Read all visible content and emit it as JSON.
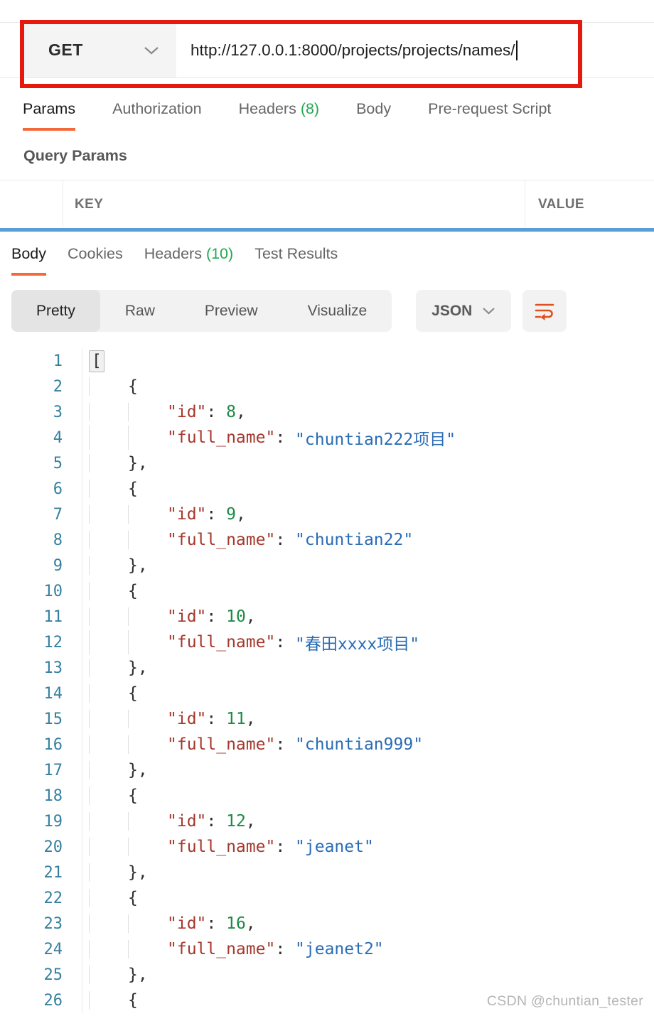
{
  "request": {
    "method": "GET",
    "url": "http://127.0.0.1:8000/projects/projects/names/",
    "tabs": [
      {
        "label": "Params",
        "active": true
      },
      {
        "label": "Authorization",
        "active": false
      },
      {
        "label": "Headers",
        "count": "(8)",
        "active": false
      },
      {
        "label": "Body",
        "active": false
      },
      {
        "label": "Pre-request Script",
        "active": false
      }
    ],
    "query_params_title": "Query Params",
    "table_headers": {
      "key": "KEY",
      "value": "VALUE"
    }
  },
  "response": {
    "tabs": [
      {
        "label": "Body",
        "active": true
      },
      {
        "label": "Cookies",
        "active": false
      },
      {
        "label": "Headers",
        "count": "(10)",
        "active": false
      },
      {
        "label": "Test Results",
        "active": false
      }
    ],
    "view_modes": [
      "Pretty",
      "Raw",
      "Preview",
      "Visualize"
    ],
    "active_view_mode": "Pretty",
    "format_label": "JSON",
    "body_records": [
      {
        "id": 8,
        "full_name": "chuntian222项目"
      },
      {
        "id": 9,
        "full_name": "chuntian22"
      },
      {
        "id": 10,
        "full_name": "春田xxxx项目"
      },
      {
        "id": 11,
        "full_name": "chuntian999"
      },
      {
        "id": 12,
        "full_name": "jeanet"
      },
      {
        "id": 16,
        "full_name": "jeanet2"
      }
    ],
    "truncated_next_record_open_brace": "{",
    "visible_line_count": 26
  },
  "colors": {
    "accent_orange": "#f4693a",
    "count_green": "#20a850",
    "annotation_red": "#e6190e",
    "splitter_blue": "#5b9dd8",
    "json_key": "#a5382c",
    "json_string": "#2a6cb4",
    "json_number": "#1d8a47",
    "line_number": "#35809e"
  },
  "icons": {
    "method_dropdown": "chevron-down-icon",
    "format_dropdown": "chevron-down-icon",
    "wrap_button": "wrap-text-icon"
  },
  "watermark": "CSDN @chuntian_tester"
}
